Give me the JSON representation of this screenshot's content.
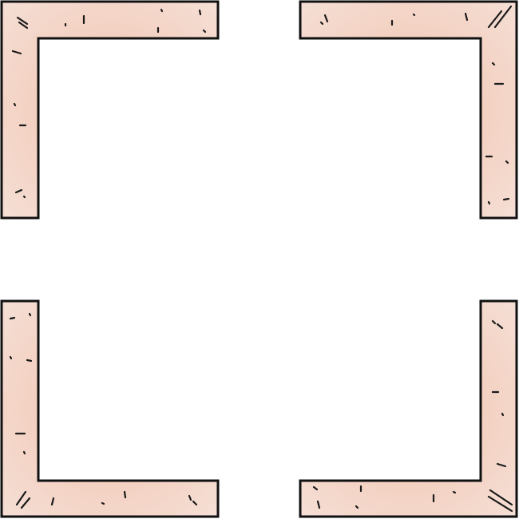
{
  "palette": {
    "background": "#ffffff",
    "wall_fill": "#f0c3ae",
    "wall_fill_light": "#f6e1d8",
    "wall_outline": "#111111",
    "speckle": "#1a1a1a"
  },
  "corners": [
    {
      "id": "top-left",
      "name": "wall-corner-top-left"
    },
    {
      "id": "top-right",
      "name": "wall-corner-top-right"
    },
    {
      "id": "bottom-left",
      "name": "wall-corner-bottom-left"
    },
    {
      "id": "bottom-right",
      "name": "wall-corner-bottom-right"
    }
  ]
}
